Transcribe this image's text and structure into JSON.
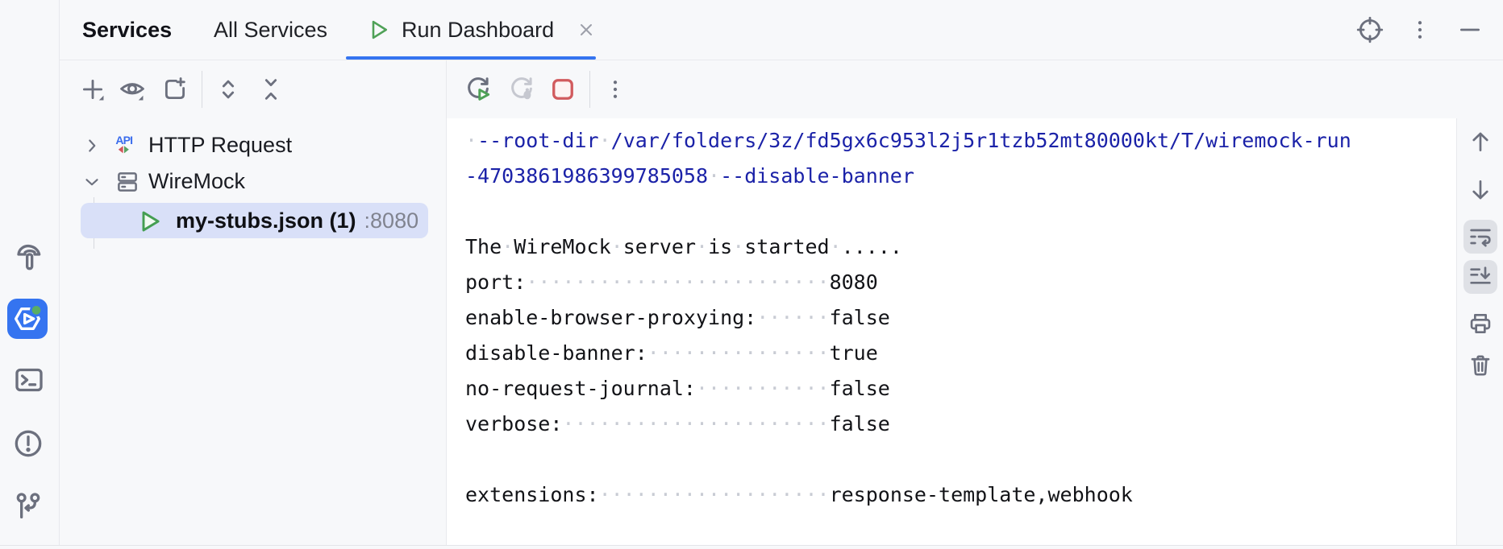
{
  "colors": {
    "accent_blue": "#3574f0",
    "selection_pill": "#d9e0f8",
    "console_command_blue": "#1b22a8",
    "stop_red": "#db5c5c",
    "run_green": "#4fa157",
    "icon_gray": "#6c707e",
    "chrome_bg": "#f7f8fa"
  },
  "header": {
    "title": "Services",
    "tabs": [
      {
        "label": "All Services",
        "active": false
      },
      {
        "label": "Run Dashboard",
        "active": true,
        "icon": "run-icon",
        "closable": true
      }
    ],
    "icons": [
      "target-locate-icon",
      "kebab-menu-icon",
      "minimize-icon"
    ]
  },
  "tree": {
    "toolbar_icons": [
      "add-service-icon",
      "view-options-eye-icon",
      "open-in-new-tab-icon",
      "expand-all-icon",
      "collapse-all-icon"
    ],
    "items": [
      {
        "label": "HTTP Request",
        "icon": "api-icon",
        "chevron": "right",
        "selected": false
      },
      {
        "label": "WireMock",
        "icon": "server-icon",
        "chevron": "down",
        "selected": false
      },
      {
        "label": "my-stubs.json (1)",
        "suffix": ":8080",
        "icon": "play-icon",
        "selected": true
      }
    ]
  },
  "console": {
    "toolbar_icons": [
      "rerun-icon",
      "rerun-debug-icon",
      "stop-icon",
      "kebab-menu-icon"
    ],
    "gutter_icons": [
      "up-arrow-icon",
      "down-arrow-icon",
      "soft-wrap-icon",
      "scroll-to-end-icon",
      "print-icon",
      "clear-all-icon"
    ],
    "gutter_toggled": [
      "soft-wrap-icon",
      "scroll-to-end-icon"
    ],
    "lines": [
      [
        [
          "ws",
          "·"
        ],
        [
          "cmd",
          "--root-dir"
        ],
        [
          "ws",
          "·"
        ],
        [
          "cmd",
          "/var/folders/3z/fd5gx6c953l2j5r1tzb52mt80000kt/T/wiremock-run"
        ]
      ],
      [
        [
          "cmd",
          "-4703861986399785058"
        ],
        [
          "ws",
          "·"
        ],
        [
          "cmd",
          "--disable-banner"
        ]
      ],
      [],
      [
        [
          "out",
          "The"
        ],
        [
          "ws",
          "·"
        ],
        [
          "out",
          "WireMock"
        ],
        [
          "ws",
          "·"
        ],
        [
          "out",
          "server"
        ],
        [
          "ws",
          "·"
        ],
        [
          "out",
          "is"
        ],
        [
          "ws",
          "·"
        ],
        [
          "out",
          "started"
        ],
        [
          "ws",
          "·"
        ],
        [
          "out",
          "....."
        ]
      ],
      [
        [
          "out",
          "port:"
        ],
        [
          "ws",
          "·························"
        ],
        [
          "out",
          "8080"
        ]
      ],
      [
        [
          "out",
          "enable-browser-proxying:"
        ],
        [
          "ws",
          "······"
        ],
        [
          "out",
          "false"
        ]
      ],
      [
        [
          "out",
          "disable-banner:"
        ],
        [
          "ws",
          "···············"
        ],
        [
          "out",
          "true"
        ]
      ],
      [
        [
          "out",
          "no-request-journal:"
        ],
        [
          "ws",
          "···········"
        ],
        [
          "out",
          "false"
        ]
      ],
      [
        [
          "out",
          "verbose:"
        ],
        [
          "ws",
          "······················"
        ],
        [
          "out",
          "false"
        ]
      ],
      [],
      [
        [
          "out",
          "extensions:"
        ],
        [
          "ws",
          "···················"
        ],
        [
          "out",
          "response-template,webhook"
        ]
      ]
    ]
  },
  "activity_bar": {
    "icons": [
      "build-hammer-icon",
      "services-icon",
      "terminal-icon",
      "problems-icon",
      "version-control-icon"
    ],
    "selected": "services-icon"
  }
}
